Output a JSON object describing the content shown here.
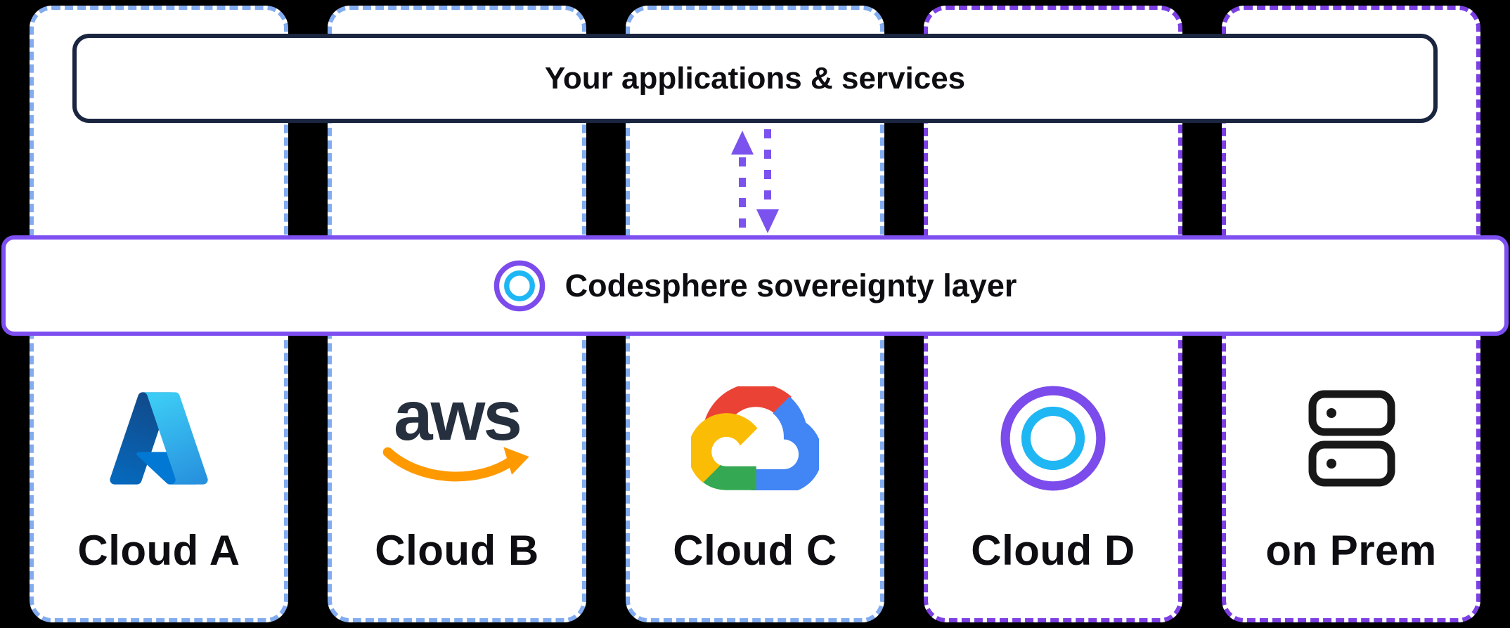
{
  "diagram": {
    "app_bar": {
      "label": "Your applications & services"
    },
    "sovereignty_bar": {
      "label": "Codesphere sovereignty layer",
      "icon": "codesphere-ring-icon"
    },
    "connector": {
      "type": "bidirectional-dashed-arrow",
      "color": "#7B52EE"
    },
    "columns": [
      {
        "label": "Cloud A",
        "icon": "azure-logo",
        "border": "blue-dashed"
      },
      {
        "label": "Cloud B",
        "icon": "aws-logo",
        "logo_text": "aws",
        "border": "blue-dashed"
      },
      {
        "label": "Cloud C",
        "icon": "google-cloud-logo",
        "border": "blue-dashed"
      },
      {
        "label": "Cloud D",
        "icon": "codesphere-logo",
        "border": "purple-dashed"
      },
      {
        "label": "on Prem",
        "icon": "server-icon",
        "border": "purple-dashed"
      }
    ],
    "colors": {
      "background": "#000000",
      "card_fill": "#FFFFFF",
      "blue_dash": "#82ACEF",
      "purple_dash": "#7C3FE4",
      "sovereignty_border": "#7D4FF1",
      "app_bar_border": "#1A2540",
      "arrow": "#7B52EE",
      "label_text": "#0D0D12",
      "codesphere_purple": "#7C4BEB",
      "codesphere_cyan": "#1FB6F4",
      "aws_navy": "#252F3E",
      "aws_orange": "#FF9900",
      "gcp_red": "#EA4335",
      "gcp_blue": "#4285F4",
      "gcp_yellow": "#FBBC05",
      "gcp_green": "#34A853",
      "azure_blue": "#0078D4",
      "onprem_black": "#181818"
    }
  }
}
